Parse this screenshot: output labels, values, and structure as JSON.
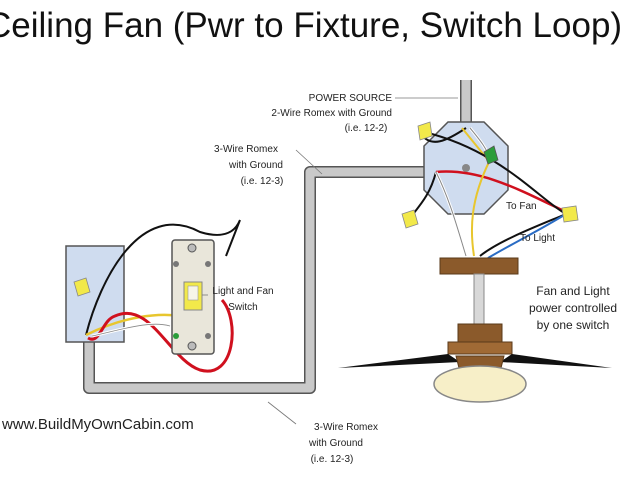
{
  "title": "Ceiling Fan (Pwr to Fixture, Switch Loop)",
  "labels": {
    "power_source": {
      "line1": "POWER SOURCE",
      "line2": "2-Wire Romex with Ground",
      "line3": "(i.e. 12-2)"
    },
    "romex_top": {
      "line1": "3-Wire Romex",
      "line2": "with Ground",
      "line3": "(i.e. 12-3)"
    },
    "romex_bottom": {
      "line1": "3-Wire Romex",
      "line2": "with Ground",
      "line3": "(i.e. 12-3)"
    },
    "switch": {
      "line1": "Light and Fan",
      "line2": "Switch"
    },
    "to_fan": "To Fan",
    "to_light": "To Light",
    "fan_note": {
      "line1": "Fan and Light",
      "line2": "power controlled",
      "line3": "by one switch"
    },
    "website": "www.BuildMyOwnCabin.com"
  },
  "colors": {
    "conduit": "#c9c9c9",
    "hot_wire": "#111111",
    "red_wire": "#d0101e",
    "white_wire": "#f4f4f4",
    "ground_wire": "#e8c62e",
    "wire_nut": "#f2e94a",
    "fan_wood": "#8b5a2b",
    "light_globe": "#f7efc8",
    "box_blue": "#cfdcef",
    "blue_wire": "#2a6cc4",
    "green_screw": "#2a9d3a"
  }
}
